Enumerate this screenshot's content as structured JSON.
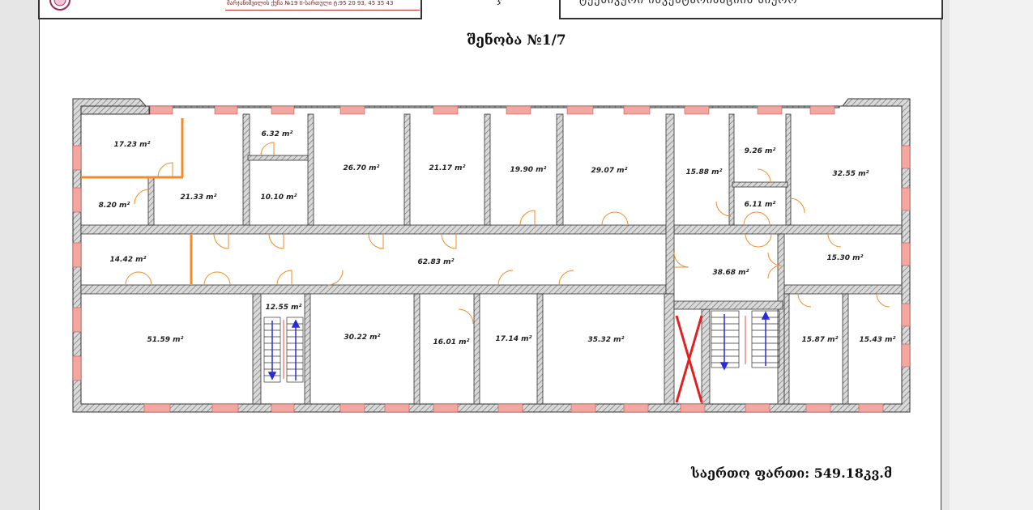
{
  "header": {
    "small_text": "მარჯანიშვილის ქუჩა №19 II-სართული ტ:95 20 93, 45 35 43",
    "mid_text": "ჯ",
    "right_text": "ტექნიკური ინვენტარიზაციის ბიურო"
  },
  "plan": {
    "title": "შენობა №1/7",
    "total_area": "საერთო ფართი: 549.18კვ.მ",
    "colors": {
      "wall": "#7f7f7f",
      "window": "#f4a6a0",
      "door": "#f28c28",
      "cross": "#e32020",
      "arrow": "#2a2ad6"
    },
    "rooms": [
      {
        "area": "17.23"
      },
      {
        "area": "8.20"
      },
      {
        "area": "21.33"
      },
      {
        "area": "6.32"
      },
      {
        "area": "10.10"
      },
      {
        "area": "26.70"
      },
      {
        "area": "21.17"
      },
      {
        "area": "19.90"
      },
      {
        "area": "29.07"
      },
      {
        "area": "15.88"
      },
      {
        "area": "9.26"
      },
      {
        "area": "6.11"
      },
      {
        "area": "32.55"
      },
      {
        "area": "14.42"
      },
      {
        "area": "62.83"
      },
      {
        "area": "38.68"
      },
      {
        "area": "15.30"
      },
      {
        "area": "12.55"
      },
      {
        "area": "51.59"
      },
      {
        "area": "30.22"
      },
      {
        "area": "16.01"
      },
      {
        "area": "17.14"
      },
      {
        "area": "35.32"
      },
      {
        "area": "15.87"
      },
      {
        "area": "15.43"
      }
    ],
    "unit": "m²"
  }
}
